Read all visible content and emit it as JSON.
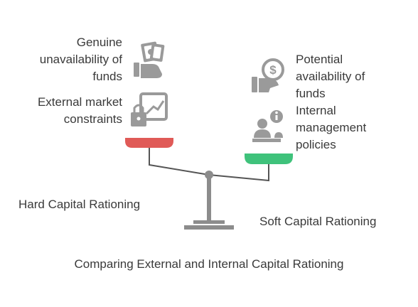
{
  "left": {
    "label_top": "Genuine unavailability of funds",
    "label_top_lines": [
      "Genuine",
      "unavailability of",
      "funds"
    ],
    "label_bottom_lines": [
      "External market",
      "constraints"
    ],
    "pan_color": "#e05a57",
    "category": "Hard Capital Rationing"
  },
  "right": {
    "label_top_lines": [
      "Potential",
      "availability of",
      "funds"
    ],
    "label_bottom_lines": [
      "Internal",
      "management",
      "policies"
    ],
    "pan_color": "#3fc27b",
    "category": "Soft Capital Rationing"
  },
  "title": "Comparing External and Internal Capital Rationing",
  "colors": {
    "scale": "#8c8c8c",
    "beam": "#555555",
    "icon": "#9a9a9a"
  },
  "icons": {
    "left_top": "hand-money-icon",
    "left_bottom": "locked-chart-icon",
    "right_top": "hand-dollar-coin-icon",
    "right_bottom": "manager-info-icon"
  }
}
